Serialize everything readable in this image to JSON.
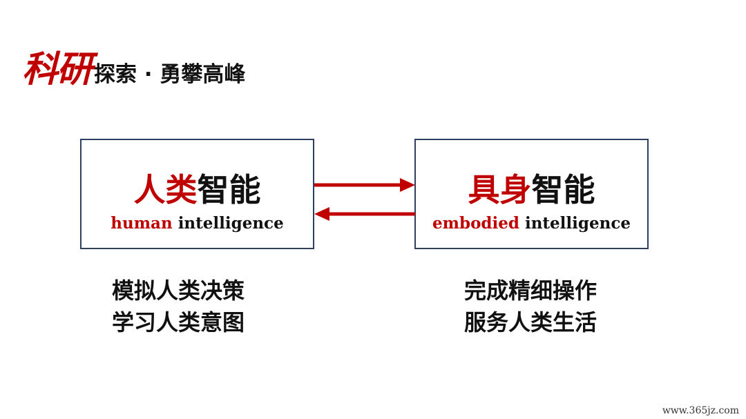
{
  "title": {
    "accent": "科研",
    "rest": "探索 · 勇攀高峰"
  },
  "left_box": {
    "heading_red": "人类",
    "heading_black": "智能",
    "sub_red": "human",
    "sub_black": " intelligence"
  },
  "right_box": {
    "heading_red": "具身",
    "heading_black": "智能",
    "sub_red": "embodied",
    "sub_black": " intelligence"
  },
  "left_caption": {
    "line1": "模拟人类决策",
    "line2": "学习人类意图"
  },
  "right_caption": {
    "line1": "完成精细操作",
    "line2": "服务人类生活"
  },
  "watermark": "www.365jz.com",
  "colors": {
    "accent": "#c00000",
    "text": "#111111",
    "border": "#2f3f5f"
  }
}
